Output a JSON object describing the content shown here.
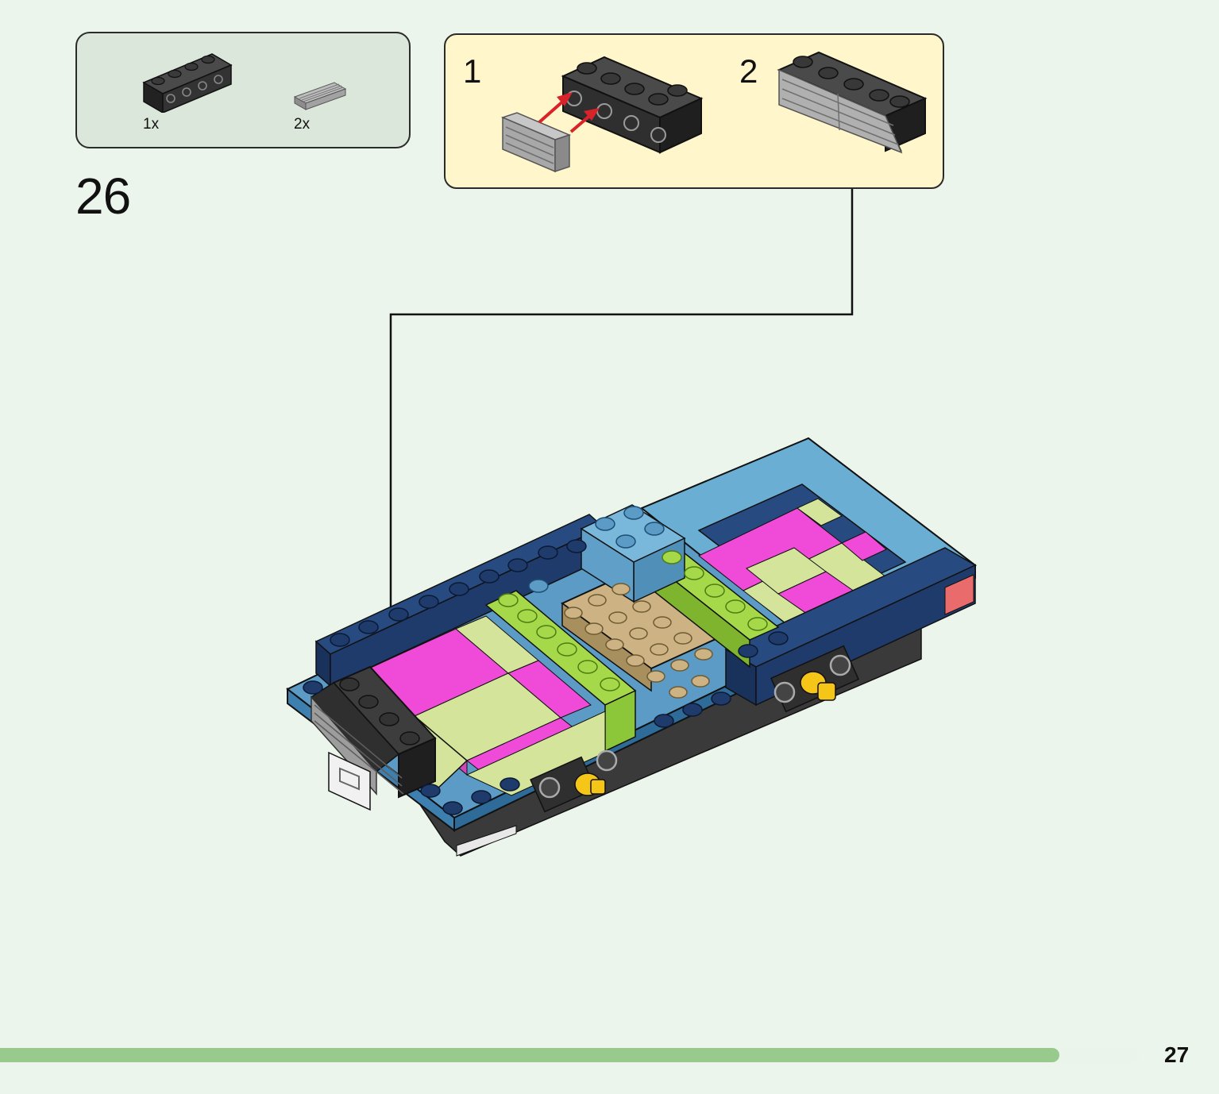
{
  "step": {
    "number": "26",
    "parts": [
      {
        "name": "black-brick-1x4-side-studs",
        "quantity": "1x"
      },
      {
        "name": "grey-grille-tile-1x2",
        "quantity": "2x"
      }
    ]
  },
  "sub_assembly": {
    "steps": [
      {
        "label": "1"
      },
      {
        "label": "2"
      }
    ]
  },
  "page": {
    "number": "27",
    "progress": 0.93
  },
  "colors": {
    "background": "#ebf5ec",
    "parts_box": "#dbe7db",
    "sub_box": "#fff6cb",
    "progress": "#98ca8e",
    "arrow_red": "#d8232a",
    "black_brick": "#2f2f2f",
    "grey_tile": "#9a9a9a",
    "medium_blue": "#5b9bc5",
    "dark_blue": "#1f3b6b",
    "pink": "#f04ad8",
    "light_lime": "#d5e49b",
    "lime": "#a6d94a",
    "tan": "#cdb383",
    "yellow": "#f5c518"
  }
}
